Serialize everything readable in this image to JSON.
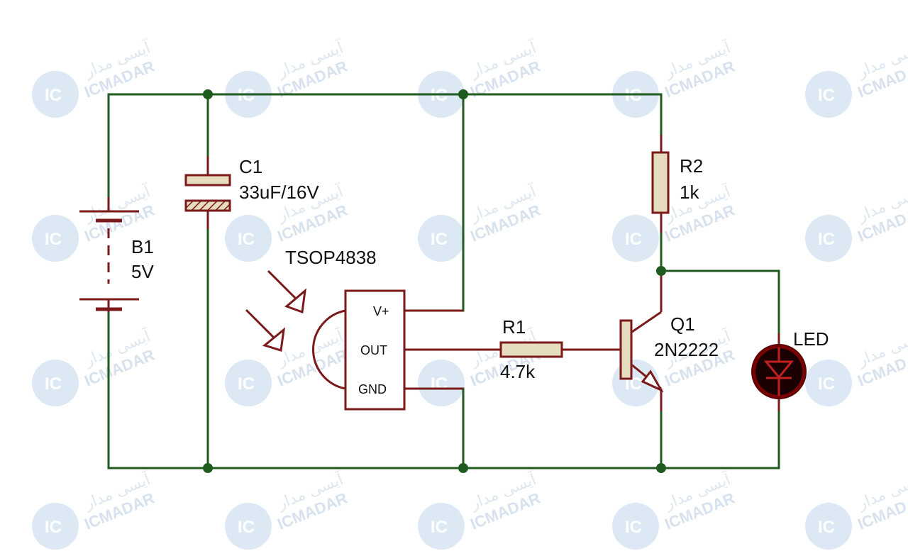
{
  "watermark": {
    "brand": "ICMADAR",
    "brand_fa": "آیسی مدار",
    "logo_text": "IC"
  },
  "colors": {
    "wire": "#1f5a1f",
    "component": "#7a1a1a",
    "component_fill": "#e6dcc0",
    "junction": "#1f5a1f",
    "led_body": "#7a0000",
    "led_inner": "#1a0000"
  },
  "components": {
    "battery": {
      "name": "B1",
      "value": "5V"
    },
    "capacitor": {
      "name": "C1",
      "value": "33uF/16V"
    },
    "ir_receiver": {
      "name": "TSOP4838",
      "pins": {
        "vplus": "V+",
        "out": "OUT",
        "gnd": "GND"
      }
    },
    "resistor_base": {
      "name": "R1",
      "value": "4.7k"
    },
    "resistor_collector": {
      "name": "R2",
      "value": "1k"
    },
    "transistor": {
      "name": "Q1",
      "value": "2N2222"
    },
    "led": {
      "name": "LED"
    }
  }
}
